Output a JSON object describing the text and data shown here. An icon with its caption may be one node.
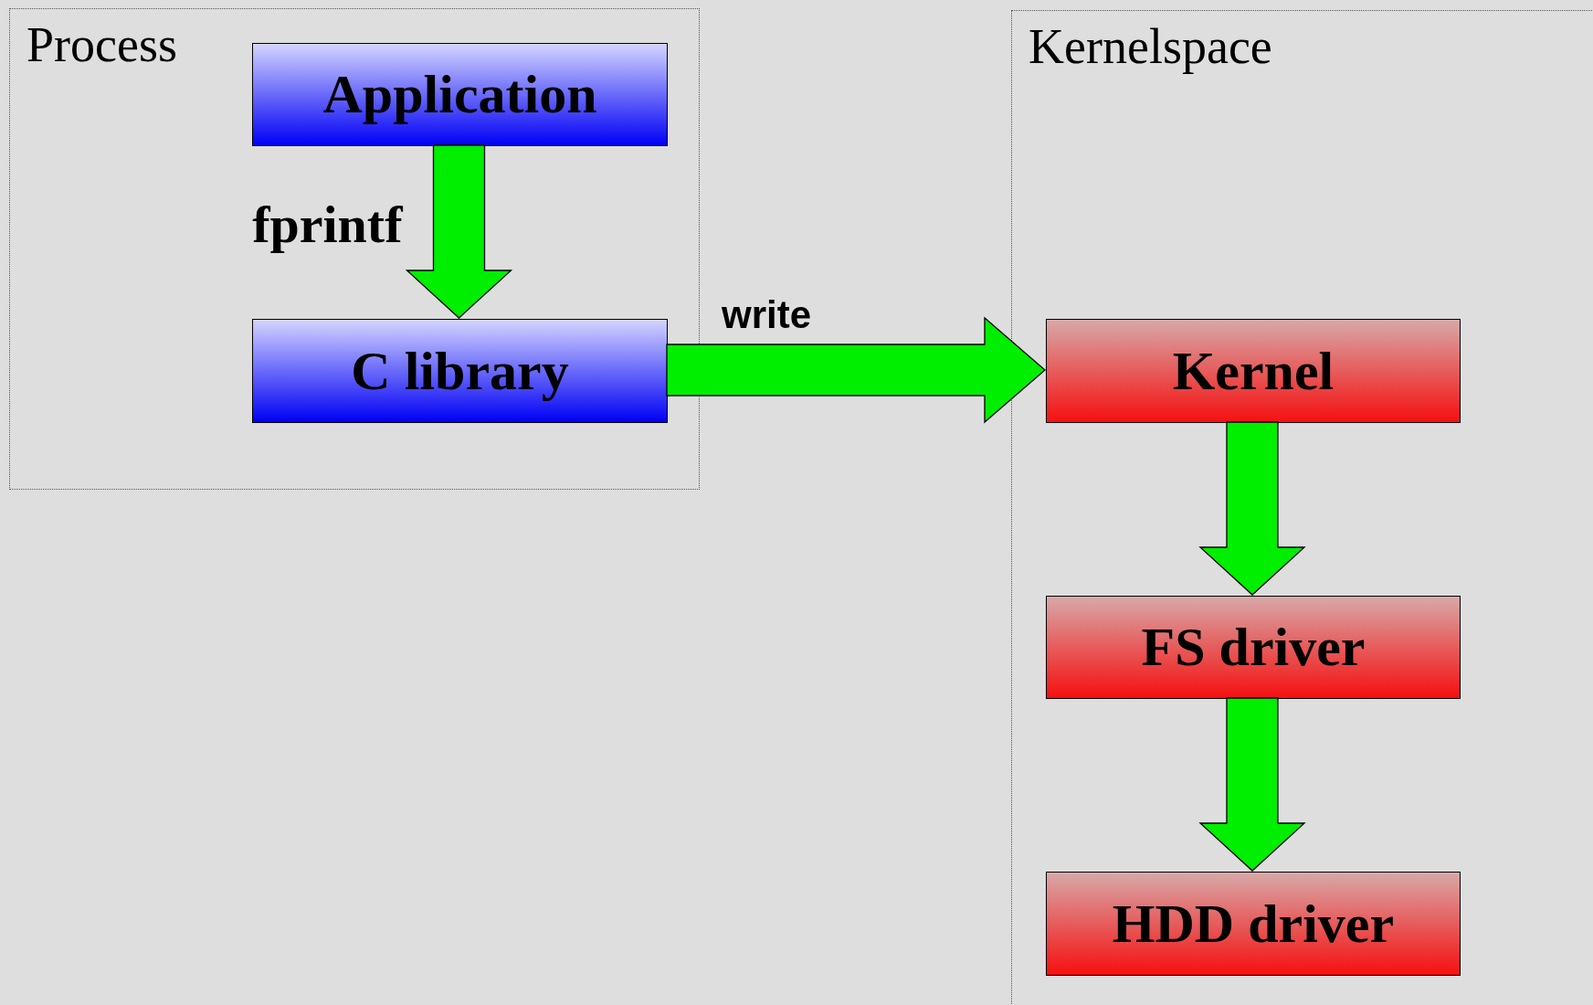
{
  "diagram": {
    "nodes": [
      {
        "text": [
          "Process"
        ]
      },
      {
        "text": [
          "Application"
        ],
        "in": 0
      },
      {
        "text": [
          "C library"
        ],
        "in": 0
      },
      {
        "text": [
          "Kernelspace"
        ]
      },
      {
        "text": [
          "Kernel"
        ],
        "in": 3
      },
      {
        "text": [
          "FS driver"
        ],
        "in": 3
      },
      {
        "text": [
          "HDD driver"
        ],
        "in": 3
      }
    ],
    "edges": [
      {
        "from": 1,
        "to": 2,
        "arrow": "to",
        "label": "fprintf"
      },
      {
        "from": 2,
        "to": 4,
        "arrow": "to",
        "label": "write"
      },
      {
        "from": 4,
        "to": 5,
        "arrow": "to"
      },
      {
        "from": 5,
        "to": 6,
        "arrow": "to"
      }
    ]
  }
}
